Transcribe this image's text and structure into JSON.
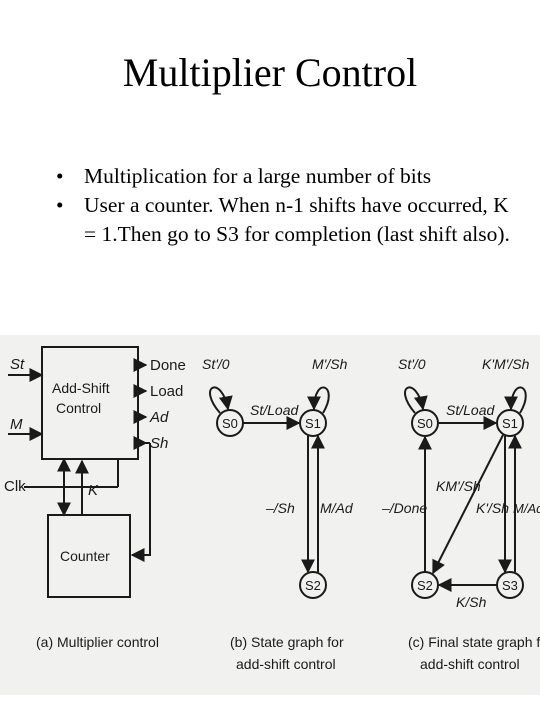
{
  "slide": {
    "title": "Multiplier Control",
    "bullets": [
      "Multiplication for a large number of bits",
      "User a counter. When n-1 shifts have occurred, K = 1.Then go to S3 for completion (last shift also)."
    ]
  },
  "figure_a": {
    "block_label": [
      "Add-Shift",
      "Control"
    ],
    "counter_label": "Counter",
    "inputs": [
      "St",
      "M",
      "Clk"
    ],
    "outputs": [
      "Done",
      "Load",
      "Ad",
      "Sh"
    ],
    "k_label": "K",
    "caption": "(a) Multiplier control"
  },
  "figure_b": {
    "states": [
      "S0",
      "S1",
      "S2"
    ],
    "edge_labels": {
      "s0_self": "St'/0",
      "s1_self": "M'/Sh",
      "s0_s1": "St/Load",
      "s2_s0": "–/Sh",
      "s1_s2": "M/Ad"
    },
    "caption": [
      "(b) State graph for",
      "add-shift control"
    ]
  },
  "figure_c": {
    "states": [
      "S0",
      "S1",
      "S2",
      "S3"
    ],
    "edge_labels": {
      "s0_self": "St'/0",
      "s1_self": "K'M'/Sh",
      "s0_s1": "St/Load",
      "s1_s3": "KM'/Sh",
      "s3_s0": "–/Done",
      "s2_s1": "K'/Sh",
      "s1_s2": "M/Ad",
      "s2_s3": "K/Sh"
    },
    "caption": [
      "(c) Final state graph for",
      "add-shift control"
    ]
  },
  "colors": {
    "figure_background": "#f1f1f0",
    "ink": "#1a1a1a"
  }
}
